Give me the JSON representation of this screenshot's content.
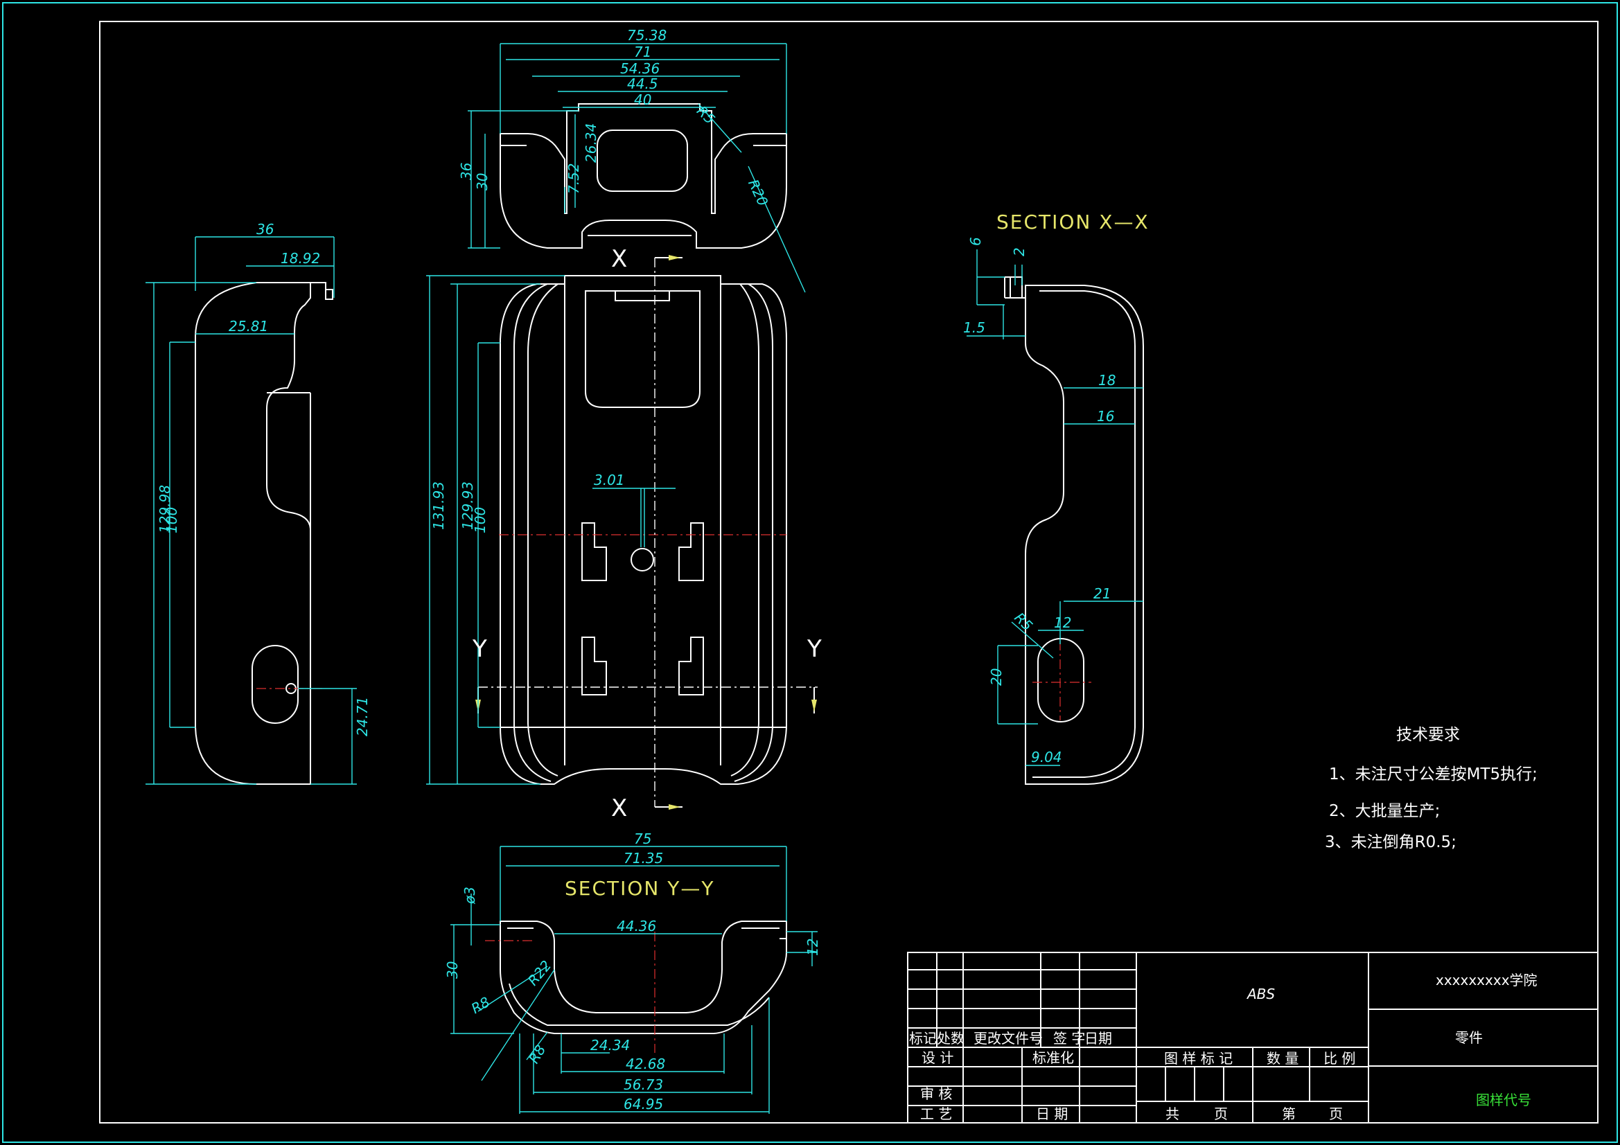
{
  "sections": {
    "xx": "SECTION  X—X",
    "yy": "SECTION  Y—Y"
  },
  "cut_labels": {
    "x_top": "X",
    "x_bottom": "X",
    "y_left": "Y",
    "y_right": "Y"
  },
  "dimensions": {
    "top": [
      "75.38",
      "71",
      "54.36",
      "44.5",
      "40",
      "R5",
      "R20",
      "36",
      "30",
      "26.34",
      "7.52"
    ],
    "left": [
      "36",
      "18.92",
      "25.81",
      "129.98",
      "100",
      "24.71"
    ],
    "center": [
      "131.93",
      "129.93",
      "100",
      "3.01"
    ],
    "right": [
      "6",
      "2",
      "1.5",
      "18",
      "16",
      "21",
      "12",
      "R5",
      "20",
      "9.04"
    ],
    "bottom": [
      "75",
      "71.35",
      "ø3",
      "44.36",
      "30",
      "R22",
      "R8",
      "R8",
      "12",
      "24.34",
      "42.68",
      "56.73",
      "64.95"
    ]
  },
  "notes": {
    "title": "技术要求",
    "items": [
      "1、未注尺寸公差按MT5执行;",
      "2、大批量生产;",
      "3、未注倒角R0.5;"
    ]
  },
  "title_block": {
    "material": "ABS",
    "school": "xxxxxxxxx学院",
    "part": "零件",
    "drawing_no": "图样代号",
    "col_mark": "标记",
    "col_count": "处数",
    "col_change": "更改文件号",
    "col_sign": "签 字",
    "col_date": "日期",
    "design": "设 计",
    "standard": "标准化",
    "review": "审 核",
    "process": "工 艺",
    "date": "日 期",
    "drawing_mark": "图 样 标 记",
    "quantity": "数 量",
    "scale": "比 例",
    "total": "共",
    "page": "页",
    "sheet": "第",
    "page2": "页"
  },
  "colors": {
    "line": "#ffffff",
    "dimension": "#2ee6e6",
    "center": "#e03030",
    "section": "#e6e66a",
    "drawing_no": "#38e038"
  }
}
